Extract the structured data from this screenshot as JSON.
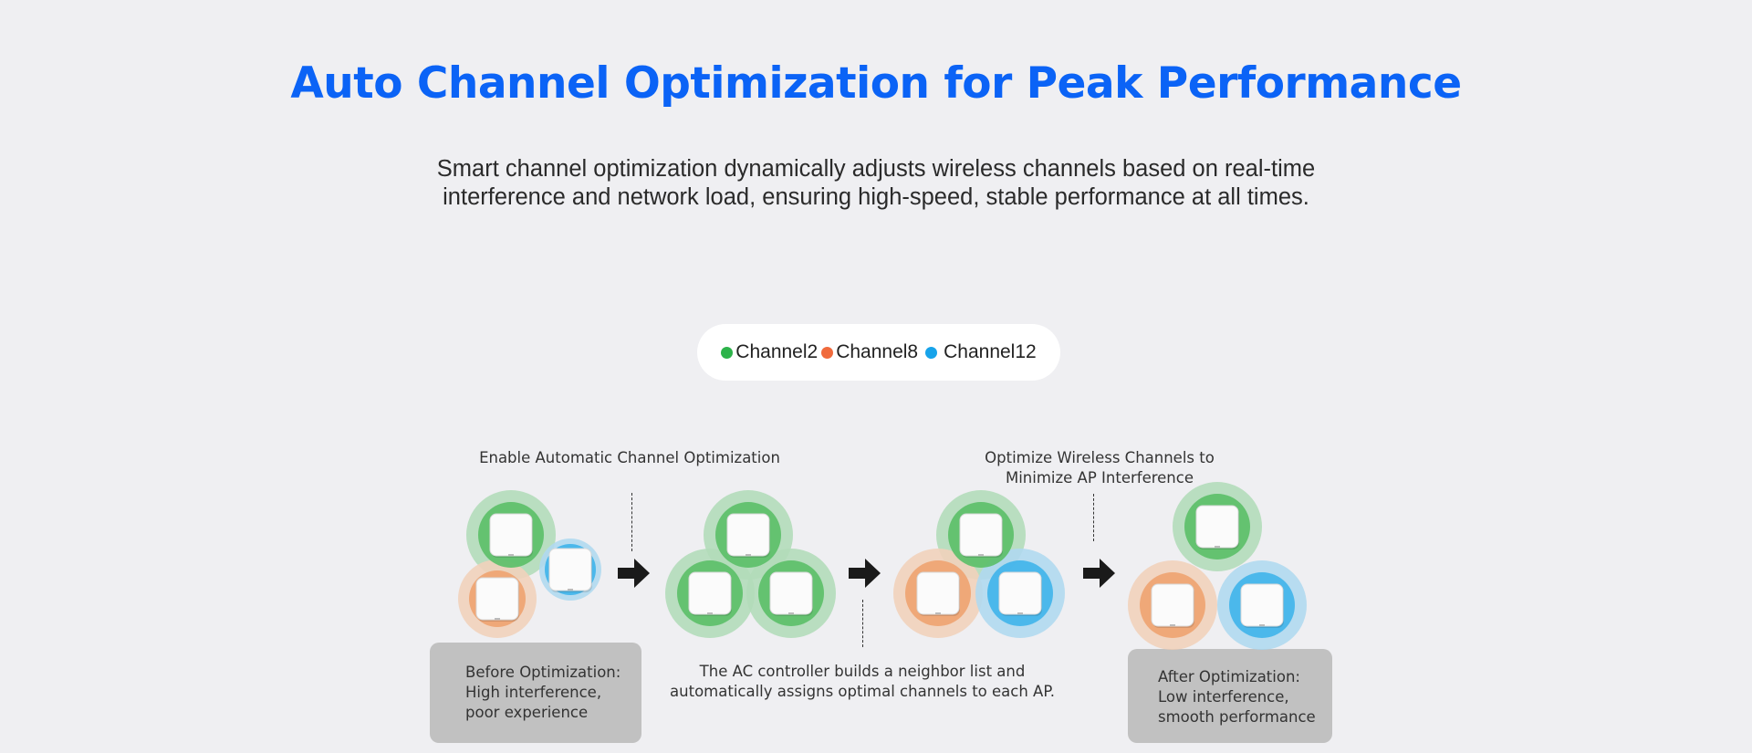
{
  "header": {
    "title": "Auto Channel Optimization for Peak Performance",
    "subtitle_line1": "Smart channel optimization dynamically adjusts wireless channels based on real-time",
    "subtitle_line2": "interference and network load, ensuring high-speed, stable performance at all times."
  },
  "legend": {
    "items": [
      {
        "label": "Channel2",
        "color": "#2db34a"
      },
      {
        "label": "Channel8",
        "color": "#f06a3c"
      },
      {
        "label": "Channel12",
        "color": "#17a3ea"
      }
    ]
  },
  "steps": {
    "enable_label": "Enable Automatic Channel Optimization",
    "controller_label_line1": "The AC controller builds a neighbor list and",
    "controller_label_line2": "automatically assigns optimal channels to each AP.",
    "optimize_label_line1": "Optimize Wireless Channels to",
    "optimize_label_line2": "Minimize AP Interference"
  },
  "before_box": {
    "line1": "Before Optimization:",
    "line2": "High interference,",
    "line3": "poor experience"
  },
  "after_box": {
    "line1": "After Optimization:",
    "line2": "Low interference,",
    "line3": "smooth performance"
  },
  "colors": {
    "title": "#0b63f6",
    "green_outer": "#a9d9b0",
    "green_inner": "#5cbf69",
    "orange_outer": "#f2cdb2",
    "orange_inner": "#efa472",
    "blue_outer": "#a6d6ef",
    "blue_inner": "#41b4ea",
    "arrow": "#1a1a1a"
  },
  "groups": [
    {
      "name": "before",
      "aps": [
        "green",
        "orange",
        "blue"
      ]
    },
    {
      "name": "all-same-channel",
      "aps": [
        "green",
        "green",
        "green"
      ]
    },
    {
      "name": "assigned-overlapping",
      "aps": [
        "green",
        "orange",
        "blue"
      ]
    },
    {
      "name": "after",
      "aps": [
        "green",
        "orange",
        "blue"
      ]
    }
  ]
}
